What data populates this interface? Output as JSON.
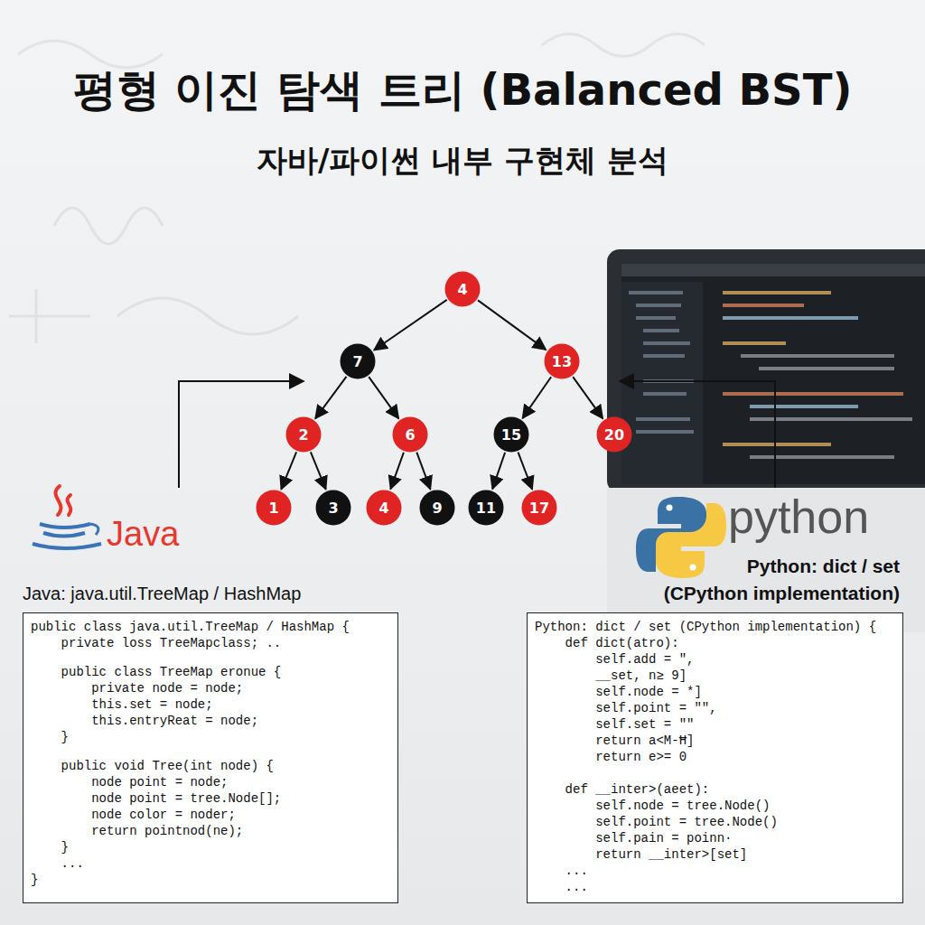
{
  "diagram": {
    "title": "평형 이진 탐색 트리 (Balanced BST)",
    "nodes": [
      {
        "text": [
          "4"
        ]
      },
      {
        "text": [
          "7"
        ]
      },
      {
        "text": [
          "13"
        ]
      },
      {
        "text": [
          "2"
        ]
      },
      {
        "text": [
          "6"
        ]
      },
      {
        "text": [
          "15"
        ]
      },
      {
        "text": [
          "20"
        ]
      },
      {
        "text": [
          "1"
        ]
      },
      {
        "text": [
          "3"
        ]
      },
      {
        "text": [
          "4"
        ]
      },
      {
        "text": [
          "9"
        ]
      },
      {
        "text": [
          "11"
        ]
      },
      {
        "text": [
          "17"
        ]
      },
      {
        "text": [
          "Java: java.util.TreeMap / HashMap",
          "public class java.util.TreeMap / HashMap {",
          "    private loss TreeMapclass; ..",
          "    public class TreeMap eronue {",
          "        private node = node;",
          "        this.set = node;",
          "        this.entryReat = node;",
          "    }",
          "    public void Tree(int node) {",
          "        node point = node;",
          "        node point = tree.Node[];",
          "        node color = noder;",
          "        return pointnod(ne);",
          "    }",
          "    ...",
          "}"
        ]
      },
      {
        "text": [
          "Python: dict / set",
          "(CPython implementation)",
          "Python: dict / set (CPython implementation) {",
          "    def dict(atro):",
          "        self.add = \",",
          "        __set, n≥ 9]",
          "        self.node = *]",
          "        self.point = \"\",",
          "        self.set = \"\"",
          "        return a<M-Ħ]",
          "        return e>= 0",
          "    def __inter>(aeet):",
          "        self.node = tree.Node()",
          "        self.point = tree.Node()",
          "        self.pain = poinn·",
          "        return __inter>[set]",
          "    ...",
          "    ..."
        ]
      }
    ],
    "edges": [
      {
        "from": 0,
        "to": 1,
        "arrow": "to"
      },
      {
        "from": 0,
        "to": 2,
        "arrow": "to"
      },
      {
        "from": 1,
        "to": 3,
        "arrow": "to"
      },
      {
        "from": 1,
        "to": 4,
        "arrow": "to"
      },
      {
        "from": 2,
        "to": 5,
        "arrow": "to"
      },
      {
        "from": 2,
        "to": 6,
        "arrow": "to"
      },
      {
        "from": 3,
        "to": 7,
        "arrow": "to"
      },
      {
        "from": 3,
        "to": 8,
        "arrow": "to"
      },
      {
        "from": 4,
        "to": 9,
        "arrow": "to"
      },
      {
        "from": 4,
        "to": 10,
        "arrow": "to"
      },
      {
        "from": 5,
        "to": 11,
        "arrow": "to"
      },
      {
        "from": 5,
        "to": 12,
        "arrow": "to"
      }
    ],
    "labels": [
      "자바/파이썬 내부 구현체 분석",
      "Java",
      "python"
    ]
  }
}
